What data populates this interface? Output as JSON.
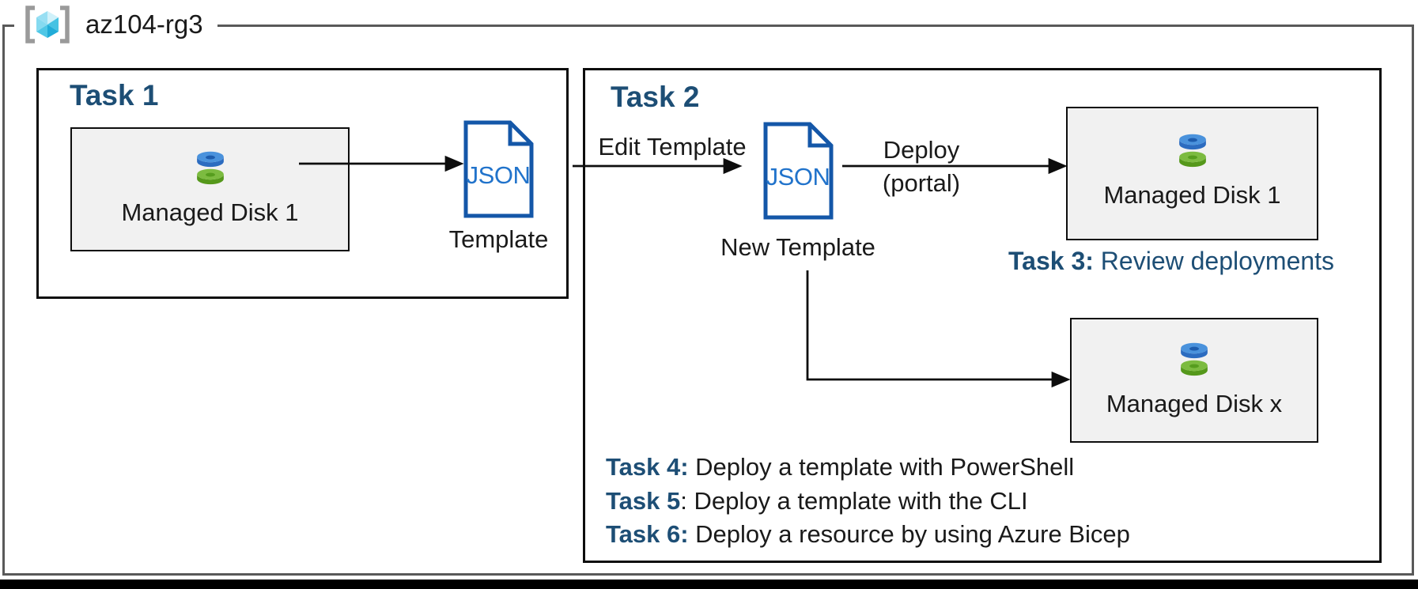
{
  "header": {
    "resource_group_name": "az104-rg3",
    "resource_group_icon": "resource-group-cube-icon"
  },
  "colors": {
    "heading_blue": "#1d4e75",
    "text_black": "#1a1a1a",
    "outer_border_gray": "#595959",
    "box_border_black": "#0d0d0d",
    "gray_box_fill": "#f1f1f1",
    "json_icon_stroke": "#1457a8",
    "json_icon_text": "#2173cb",
    "disk_blue_top": "#4a92dc",
    "disk_blue_side": "#2c6cc0",
    "disk_green_top": "#7cbb40",
    "disk_green_side": "#55981b",
    "bottom_bar": "#000000"
  },
  "task1": {
    "title": "Task 1",
    "managed_disk": {
      "label": "Managed Disk 1",
      "icon": "managed-disk-icon"
    },
    "json_file_text": "JSON",
    "template_label": "Template"
  },
  "task2": {
    "title": "Task 2",
    "edit_template_label": "Edit Template",
    "json_file_text": "JSON",
    "new_template_label": "New Template",
    "deploy_label": "Deploy",
    "deploy_sublabel": "(portal)",
    "managed_disk_1": {
      "label": "Managed Disk 1",
      "icon": "managed-disk-icon"
    },
    "managed_disk_x": {
      "label": "Managed Disk x",
      "icon": "managed-disk-icon"
    },
    "task3": {
      "bold": "Task 3:",
      "rest": " Review deployments"
    },
    "task_list": [
      {
        "bold": "Task 4:",
        "rest": " Deploy a template with PowerShell"
      },
      {
        "bold": "Task 5",
        "rest": ": Deploy a template with the CLI"
      },
      {
        "bold": "Task 6:",
        "rest": " Deploy a resource by using Azure Bicep"
      }
    ]
  }
}
